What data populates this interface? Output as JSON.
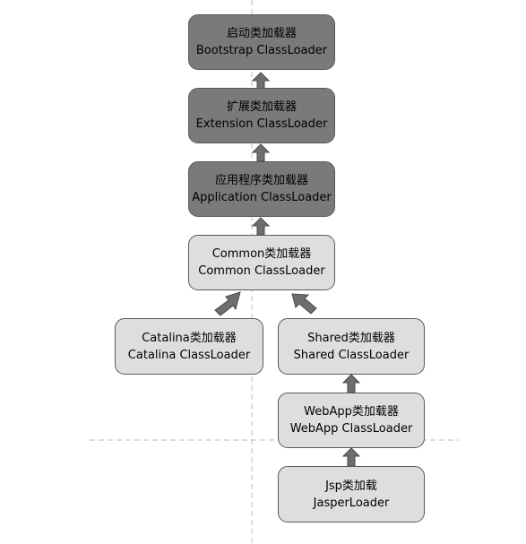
{
  "colors": {
    "dark_fill": "#7a7a7a",
    "light_fill": "#dedede",
    "border": "#5a5a5a",
    "arrow": "#6e6e6e",
    "dashed_line": "#bdbdbd"
  },
  "nodes": {
    "bootstrap": {
      "cn": "启动类加载器",
      "en": "Bootstrap ClassLoader"
    },
    "extension": {
      "cn": "扩展类加载器",
      "en": "Extension ClassLoader"
    },
    "application": {
      "cn": "应用程序类加载器",
      "en": "Application ClassLoader"
    },
    "common": {
      "cn": "Common类加载器",
      "en": "Common ClassLoader"
    },
    "catalina": {
      "cn": "Catalina类加载器",
      "en": "Catalina ClassLoader"
    },
    "shared": {
      "cn": "Shared类加载器",
      "en": "Shared ClassLoader"
    },
    "webapp": {
      "cn": "WebApp类加载器",
      "en": "WebApp ClassLoader"
    },
    "jsp": {
      "cn": "Jsp类加载",
      "en": "JasperLoader"
    }
  }
}
